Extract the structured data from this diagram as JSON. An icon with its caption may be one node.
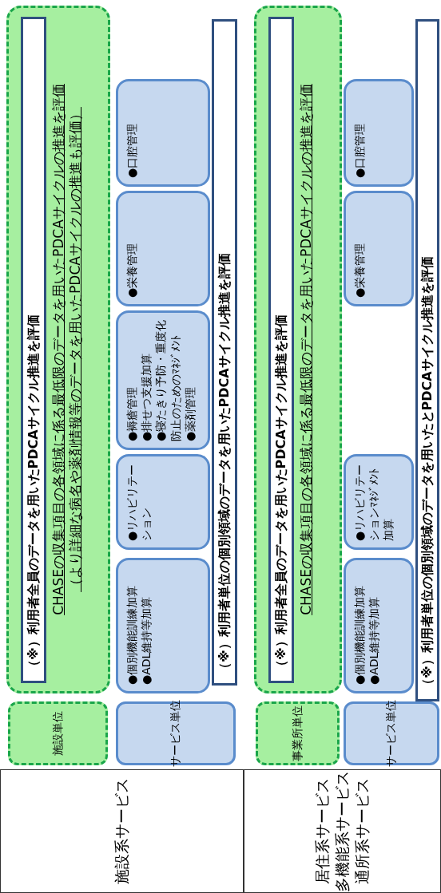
{
  "diagram": {
    "nodes": [
      {
        "text": [
          "施設系サービス"
        ]
      },
      {
        "text": [
          "施設単位"
        ]
      },
      {
        "text": [
          "CHASEの収集項目の各領域に係る最低限のデータを用いたPDCAサイクルの推進を評価",
          "（より詳細な病名や薬剤情報等のデータを用いたPDCAサイクルの推進も評価）"
        ]
      },
      {
        "text": [
          "（※）利用者全員のデータを用いたPDCAサイクル推進を評価"
        ],
        "in": 2
      },
      {
        "text": [
          "サービス単位"
        ]
      },
      {
        "text": [
          "●個別機能訓練加算",
          "●ADL維持等加算"
        ]
      },
      {
        "text": [
          "●リハビリテーション"
        ]
      },
      {
        "text": [
          "●褥瘡管理",
          "●排せつ支援加算",
          "●寝たきり予防・重度化防止のためのﾏﾈｼﾞﾒﾝﾄ",
          "●薬剤管理"
        ]
      },
      {
        "text": [
          "●栄養管理"
        ]
      },
      {
        "text": [
          "●口腔管理"
        ]
      },
      {
        "text": [
          "（※）利用者単位の個別領域のデータを用いたPDCAサイクル推進を評価"
        ]
      },
      {
        "text": [
          "居住系サービス",
          "多機能系サービス",
          "通所系サービス"
        ]
      },
      {
        "text": [
          "事業所単位"
        ]
      },
      {
        "text": [
          "CHASEの収集項目の各領域に係る最低限のデータを用いたPDCAサイクルの推進を評価"
        ]
      },
      {
        "text": [
          "（※）利用者全員のデータを用いたPDCAサイクル推進を評価"
        ],
        "in": 13
      },
      {
        "text": [
          "サービス単位"
        ]
      },
      {
        "text": [
          "●個別機能訓練加算",
          "●ADL維持等加算"
        ]
      },
      {
        "text": [
          "●リハビリテーションﾏﾈｼﾞﾒﾝﾄ加算"
        ]
      },
      {
        "text": [
          "●栄養管理"
        ]
      },
      {
        "text": [
          "●口腔管理"
        ]
      },
      {
        "text": [
          "（※）利用者単位の個別領域のデータを用いたとPDCAサイクル推進を評価"
        ]
      }
    ],
    "edges": []
  }
}
